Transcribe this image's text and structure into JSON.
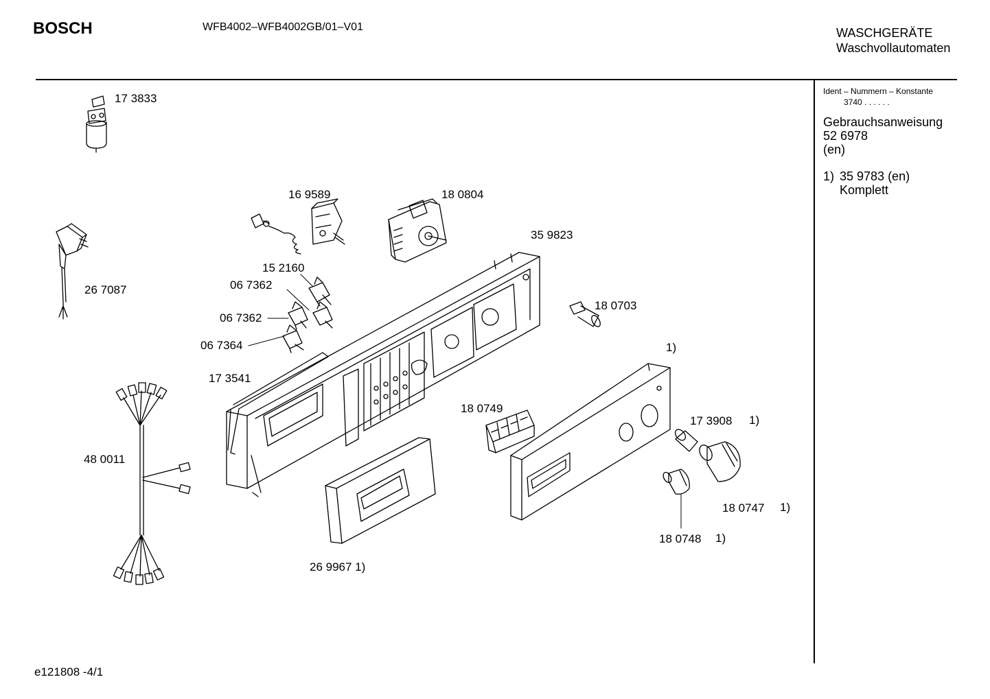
{
  "header": {
    "brand": "BOSCH",
    "model": "WFB4002–WFB4002GB/01–V01",
    "category_line1": "WASCHGERÄTE",
    "category_line2": "Waschvollautomaten"
  },
  "sidebar": {
    "ident_title": "Ident – Nummern – Konstante",
    "ident_value": "3740  .  .  .  .  .  .",
    "manual_label": "Gebrauchsanweisung",
    "manual_number": "52 6978",
    "manual_lang": "(en)",
    "note_ref": "1)",
    "note_value": "35 9783 (en)",
    "note_text": "Komplett"
  },
  "parts": {
    "p173833": "17 3833",
    "p267087": "26 7087",
    "p169589": "16 9589",
    "p180804": "18 0804",
    "p359823": "35 9823",
    "p152160": "15 2160",
    "p067362a": "06 7362",
    "p067362b": "06 7362",
    "p067364": "06 7364",
    "p173541": "17 3541",
    "p180703": "18 0703",
    "p_panel_note": "1)",
    "p180749": "18 0749",
    "p173908": "17 3908",
    "p173908_note": "1)",
    "p480011": "48 0011",
    "p180747": "18 0747",
    "p180747_note": "1)",
    "p180748": "18 0748",
    "p180748_note": "1)",
    "p269967": "26 9967 1)"
  },
  "footer": {
    "code": "e121808  -4/1"
  }
}
